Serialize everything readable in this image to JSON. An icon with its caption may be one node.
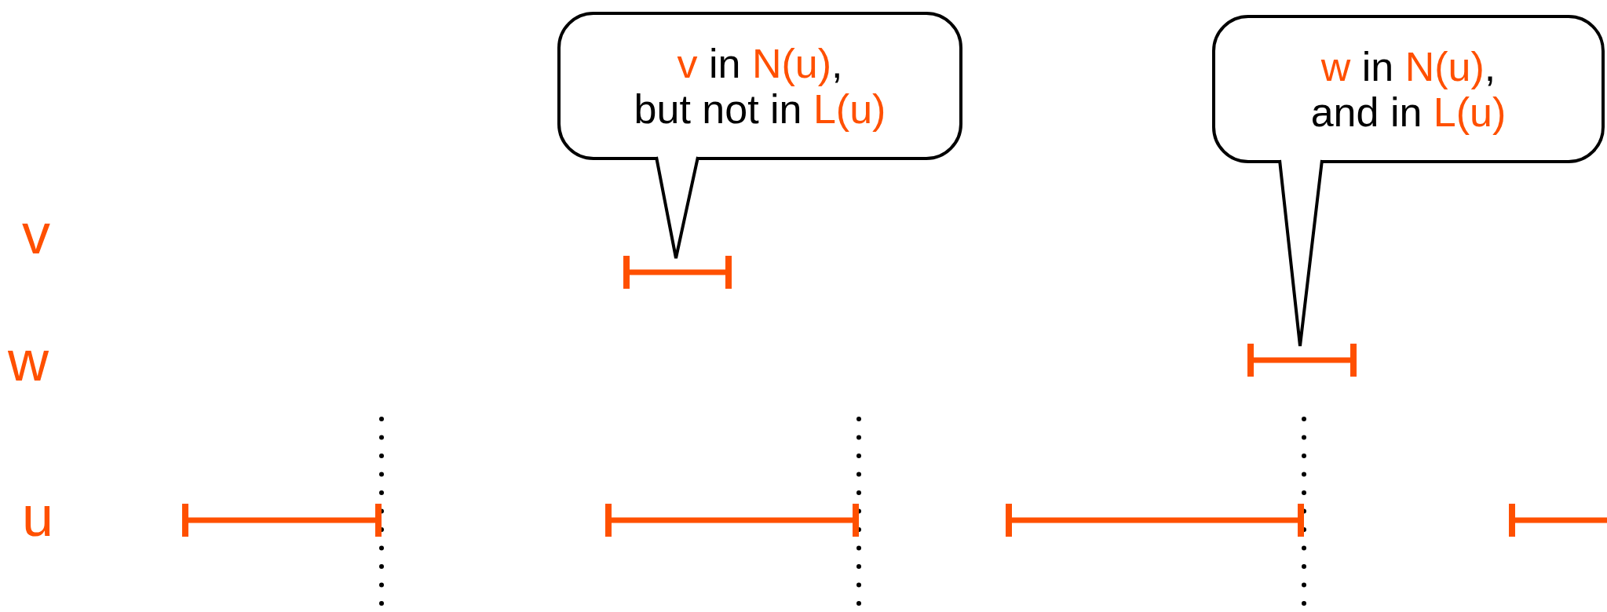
{
  "diagram": {
    "nodes": [
      {
        "text": [
          "v in N(u), but not in L(u)"
        ]
      },
      {
        "text": [
          "w in N(u), and in L(u)"
        ]
      },
      {
        "text": [],
        "shape": "bar"
      },
      {
        "text": [],
        "shape": "bar"
      },
      {
        "text": [],
        "shape": "bar"
      },
      {
        "text": [],
        "shape": "bar"
      },
      {
        "text": [],
        "shape": "bar"
      },
      {
        "text": [],
        "shape": "bar"
      }
    ],
    "edges": [
      {
        "from": 0,
        "to": 2,
        "arrow": "none"
      },
      {
        "from": 1,
        "to": 3,
        "arrow": "none"
      }
    ],
    "labels": [
      "v",
      "w",
      "u"
    ]
  }
}
